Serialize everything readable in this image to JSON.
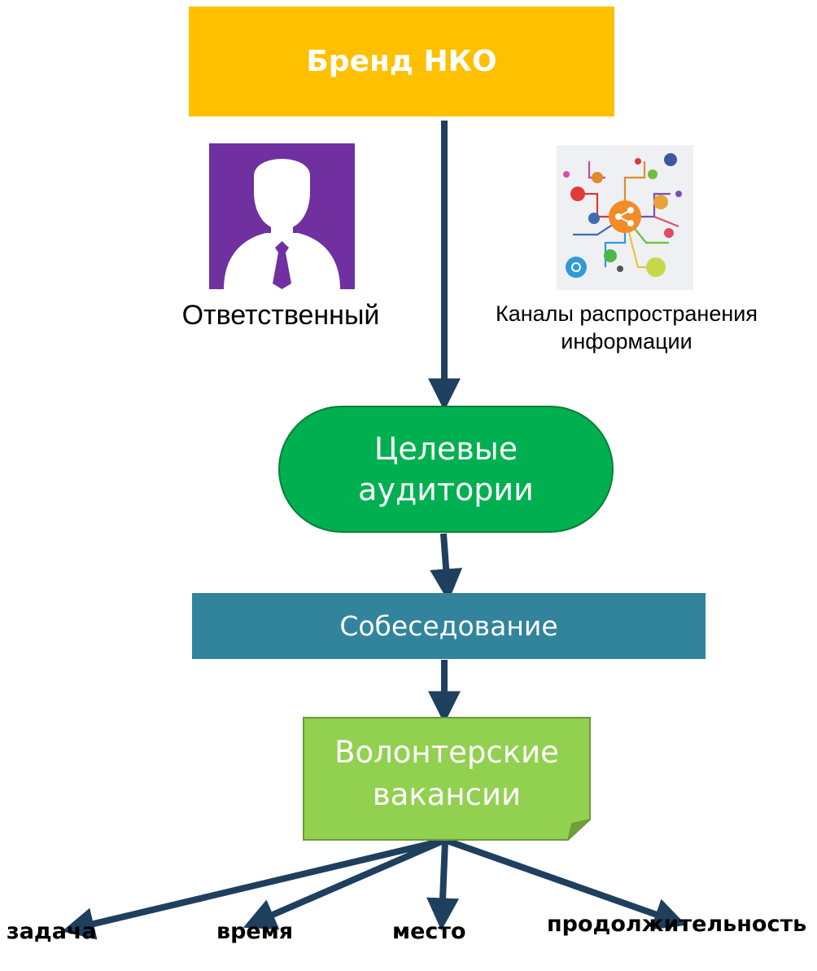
{
  "brand": {
    "label": "Бренд НКО",
    "color": "#FFC000"
  },
  "responsible": {
    "label": "Ответственный",
    "icon": "person-with-tie-icon",
    "color": "#7030A0"
  },
  "channels": {
    "label_line1": "Каналы распространения",
    "label_line2": "информации",
    "icon": "social-network-icon"
  },
  "audience": {
    "label_line1": "Целевые",
    "label_line2": "аудитории",
    "color": "#00B050"
  },
  "interview": {
    "label": "Собеседование",
    "color": "#31849B"
  },
  "vacancies": {
    "label_line1": "Волонтерские",
    "label_line2": "вакансии",
    "color": "#92D050"
  },
  "outputs": {
    "task": "задача",
    "time": "время",
    "place": "место",
    "duration": "продолжительность"
  },
  "arrow_color": "#1F3F5F"
}
